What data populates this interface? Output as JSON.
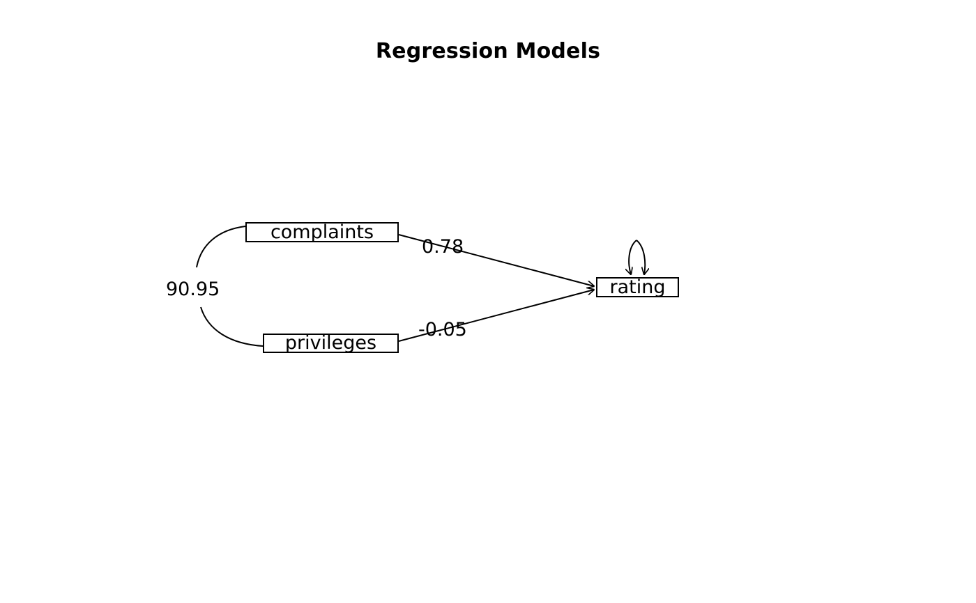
{
  "title": "Regression Models",
  "diagram": {
    "type": "path-diagram",
    "background_color": "#ffffff",
    "stroke_color": "#000000",
    "nodes": [
      {
        "id": "complaints",
        "label": "complaints",
        "shape": "rectangle"
      },
      {
        "id": "privileges",
        "label": "privileges",
        "shape": "rectangle"
      },
      {
        "id": "rating",
        "label": "rating",
        "shape": "rectangle"
      }
    ],
    "edges": [
      {
        "id": "complaints-rating",
        "from": "complaints",
        "to": "rating",
        "label": "0.78",
        "style": "straight",
        "arrow": "single"
      },
      {
        "id": "privileges-rating",
        "from": "privileges",
        "to": "rating",
        "label": "-0.05",
        "style": "straight",
        "arrow": "single"
      },
      {
        "id": "complaints-privileges-covariance",
        "from": "complaints",
        "to": "privileges",
        "label": "90.95",
        "style": "curved",
        "arrow": "none"
      },
      {
        "id": "rating-self-loop",
        "from": "rating",
        "to": "rating",
        "label": "",
        "style": "self-loop",
        "arrow": "double"
      }
    ]
  },
  "chart_data": {
    "type": "diagram",
    "title": "Regression Models",
    "nodes": [
      "complaints",
      "privileges",
      "rating"
    ],
    "edge_values": {
      "complaints->rating": 0.78,
      "privileges->rating": -0.05,
      "complaints<->privileges": 90.95
    }
  }
}
